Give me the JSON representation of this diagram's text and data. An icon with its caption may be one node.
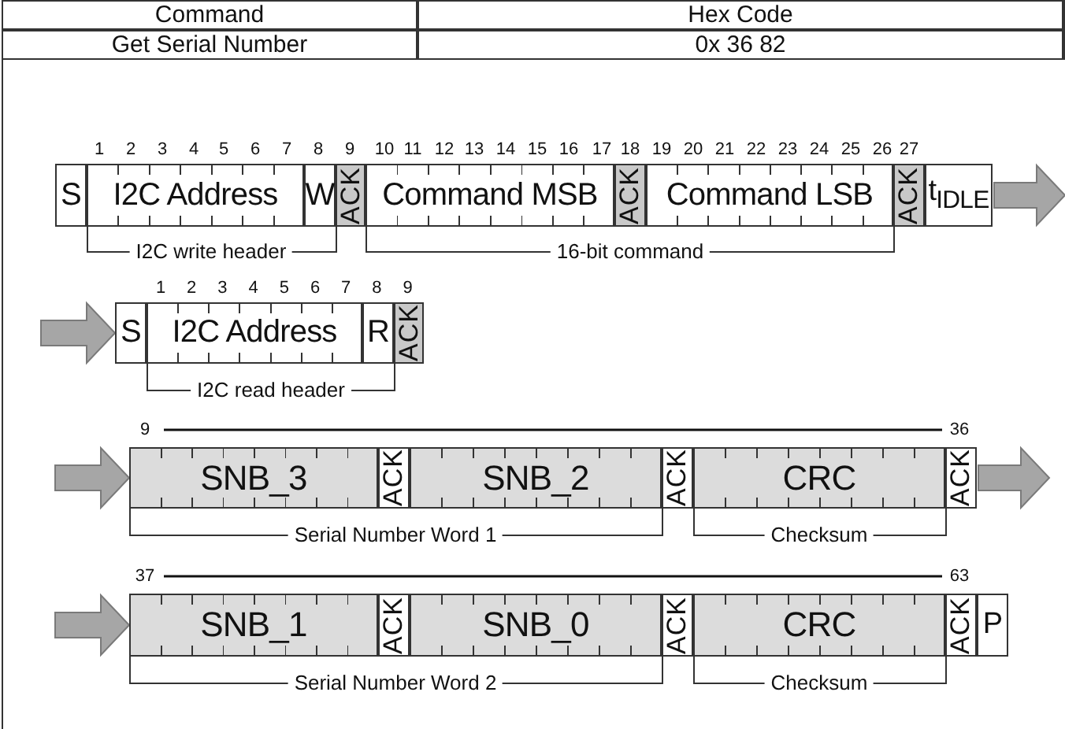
{
  "diagram": {
    "nodes": [
      {
        "text": [
          "S"
        ]
      },
      {
        "text": [
          "I2C Address"
        ]
      },
      {
        "text": [
          "W"
        ]
      },
      {
        "text": [
          "ACK"
        ]
      },
      {
        "text": [
          "Command MSB"
        ]
      },
      {
        "text": [
          "ACK"
        ]
      },
      {
        "text": [
          "Command LSB"
        ]
      },
      {
        "text": [
          "ACK"
        ]
      },
      {
        "text": [
          "t$_{IDLE}$"
        ]
      },
      {
        "text": [
          "S"
        ]
      },
      {
        "text": [
          "I2C Address"
        ]
      },
      {
        "text": [
          "R"
        ]
      },
      {
        "text": [
          "ACK"
        ]
      },
      {
        "text": [
          "SNB_3"
        ]
      },
      {
        "text": [
          "ACK"
        ]
      },
      {
        "text": [
          "SNB_2"
        ]
      },
      {
        "text": [
          "ACK"
        ]
      },
      {
        "text": [
          "CRC"
        ]
      },
      {
        "text": [
          "ACK"
        ]
      },
      {
        "text": [
          "SNB_1"
        ]
      },
      {
        "text": [
          "ACK"
        ]
      },
      {
        "text": [
          "SNB_0"
        ]
      },
      {
        "text": [
          "ACK"
        ]
      },
      {
        "text": [
          "CRC"
        ]
      },
      {
        "text": [
          "ACK"
        ]
      },
      {
        "text": [
          "P"
        ]
      }
    ],
    "edges": [
      {
        "from": 8,
        "to": null,
        "arrow": "to"
      },
      {
        "from": null,
        "to": 9,
        "arrow": "to"
      },
      {
        "from": null,
        "to": 13,
        "arrow": "to"
      },
      {
        "from": 18,
        "to": null,
        "arrow": "to"
      },
      {
        "from": null,
        "to": 19,
        "arrow": "to"
      }
    ],
    "labels": [
      "Command",
      "Hex Code",
      "Get Serial Number",
      "0x 36 82",
      "1",
      "2",
      "3",
      "4",
      "5",
      "6",
      "7",
      "8",
      "9",
      "10",
      "11",
      "12",
      "13",
      "14",
      "15",
      "16",
      "17",
      "18",
      "19",
      "20",
      "21",
      "22",
      "23",
      "24",
      "25",
      "26",
      "27",
      "I2C write header",
      "16-bit command",
      "1",
      "2",
      "3",
      "4",
      "5",
      "6",
      "7",
      "8",
      "9",
      "I2C read header",
      "9",
      "36",
      "Serial Number Word 1",
      "Checksum",
      "37",
      "63",
      "Serial Number Word 2",
      "Checksum"
    ]
  }
}
